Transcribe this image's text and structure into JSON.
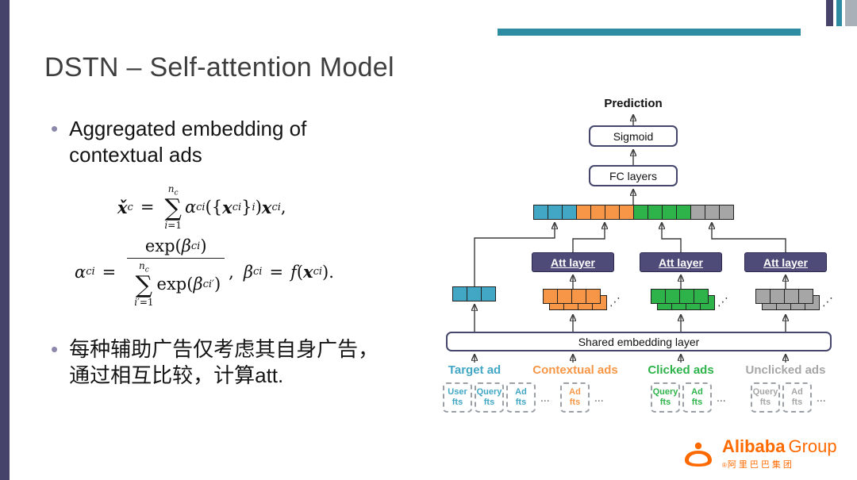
{
  "theme": {
    "left_bar": "#454369",
    "top_bar": "#2e8ca2",
    "stripe_slate": "#454369",
    "stripe_teal": "#2e8ca2",
    "stripe_gray": "#aab0b8"
  },
  "slide": {
    "title": "DSTN – Self-attention Model",
    "bullets": [
      {
        "lines": [
          "Aggregated embedding of",
          "contextual ads"
        ]
      },
      {
        "lines": [
          "每种辅助广告仅考虑其自身广告，",
          "通过相互比较，计算att."
        ]
      }
    ]
  },
  "formulas": {
    "f1_html": "<span class='mi b'>x̌</span><sub>c</sub><span class='sp'>=</span><span class='sum'><span class='lim'><span class='mi'>n</span><sub>c</sub></span><span class='op'>∑</span><span class='lim'><span class='mi'>i</span>=1</span></span><span class='mi'>α</span><sub>ci</sub>({<span class='mi b'>x</span><sub>ci</sub>}<sub><span class='mi'>i</span></sub>)<span class='mi b'>x</span><sub>ci</sub>,",
    "f2_html": "<span class='mi'>α</span><sub>ci</sub><span class='sp'>=</span><span class='frac'><span class='num'>exp(<span class='mi'>β</span><sub>ci</sub>)</span><span class='den'><span class='sum'><span class='lim'><span class='mi'>n</span><sub>c</sub></span><span class='op'>∑</span><span class='lim'><span class='mi'>i</span>′=1</span></span>exp(<span class='mi'>β</span><sub>ci′</sub>)</span></span>,<span class='sp2'></span><span class='mi'>β</span><sub>ci</sub><span class='sp'>=</span><span class='mi'>f</span>(<span class='mi b'>x</span><sub>ci</sub>)."
  },
  "diagram": {
    "prediction": "Prediction",
    "sigmoid": "Sigmoid",
    "fc": "FC layers",
    "att": "Att layer",
    "shared": "Shared embedding layer",
    "row_dots": "⋰",
    "feature_dots": "...",
    "colors": {
      "target": "#41a7c5",
      "contextual": "#f79646",
      "clicked": "#2db34a",
      "unclicked": "#a6a6a6",
      "att_bg": "#4e4b78",
      "box_border": "#44466b"
    },
    "concat_segments": [
      {
        "group": "target",
        "cells": 3
      },
      {
        "group": "contextual",
        "cells": 4
      },
      {
        "group": "clicked",
        "cells": 4
      },
      {
        "group": "unclicked",
        "cells": 3
      }
    ],
    "groups": [
      {
        "id": "target",
        "label": "Target ad",
        "rows": 1,
        "cells": 3,
        "features": [
          [
            "User",
            "fts"
          ],
          [
            "Query",
            "fts"
          ],
          [
            "Ad",
            "fts"
          ]
        ]
      },
      {
        "id": "contextual",
        "label": "Contextual ads",
        "rows": 2,
        "cells": 4,
        "features": [
          [
            "Ad",
            "fts"
          ]
        ]
      },
      {
        "id": "clicked",
        "label": "Clicked ads",
        "rows": 2,
        "cells": 4,
        "features": [
          [
            "Query",
            "fts"
          ],
          [
            "Ad",
            "fts"
          ]
        ]
      },
      {
        "id": "unclicked",
        "label": "Unclicked ads",
        "rows": 2,
        "cells": 4,
        "features": [
          [
            "Query",
            "fts"
          ],
          [
            "Ad",
            "fts"
          ]
        ]
      }
    ]
  },
  "logo": {
    "name": "Alibaba",
    "suffix": "Group",
    "chinese": "阿里巴巴集团",
    "reg": "®",
    "color": "#ff6a00"
  }
}
